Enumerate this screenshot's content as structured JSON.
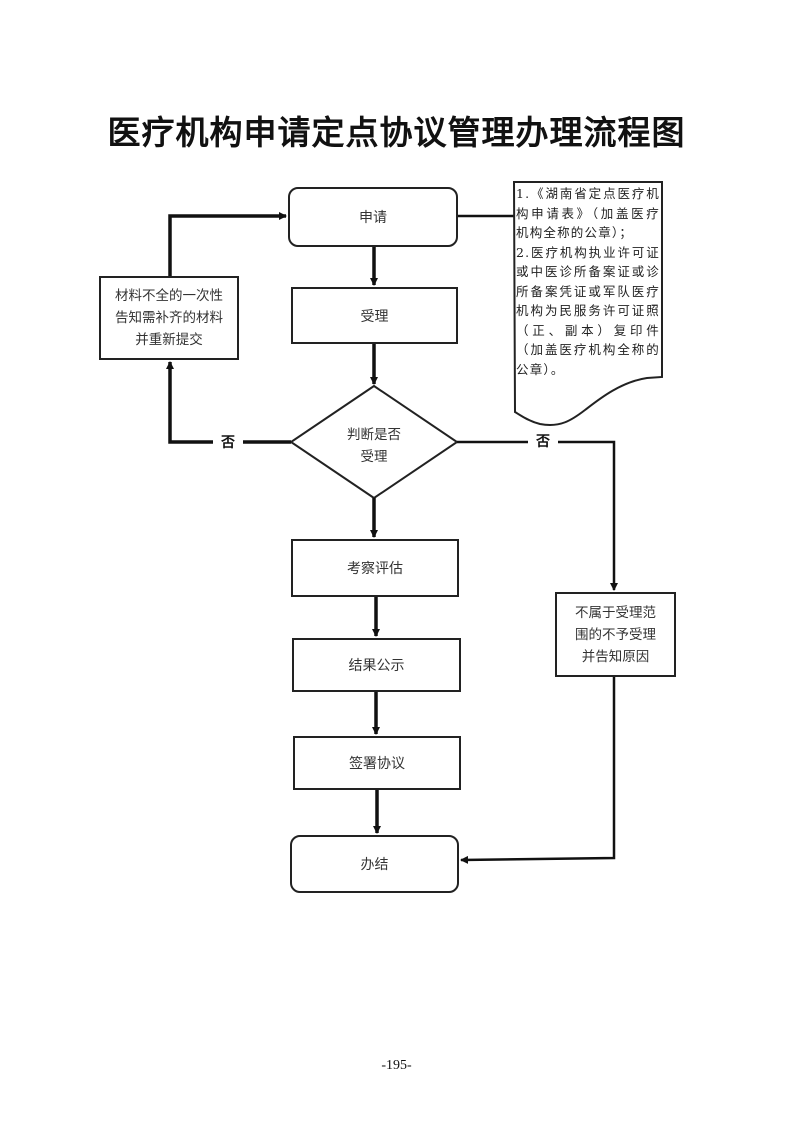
{
  "title": "医疗机构申请定点协议管理办理流程图",
  "nodes": {
    "apply": "申请",
    "accept": "受理",
    "decision_line1": "判断是否",
    "decision_line2": "受理",
    "inspect": "考察评估",
    "publicity": "结果公示",
    "sign": "签署协议",
    "complete": "办结",
    "supplement_lines": [
      "材料不全的一次性",
      "告知需补齐的材料",
      "并重新提交"
    ],
    "reject_lines": [
      "不属于受理范",
      "围的不予受理",
      "并告知原因"
    ]
  },
  "branch_labels": {
    "left_no": "否",
    "right_no": "否"
  },
  "note": {
    "item1": "1.《湖南省定点医疗机构申请表》（加盖医疗机构全称的公章）；",
    "item2": "2.医疗机构执业许可证或中医诊所备案证或诊所备案凭证或军队医疗机构为民服务许可证照（正、副本）复印件（加盖医疗机构全称的公章）。"
  },
  "page_number": "-195-"
}
